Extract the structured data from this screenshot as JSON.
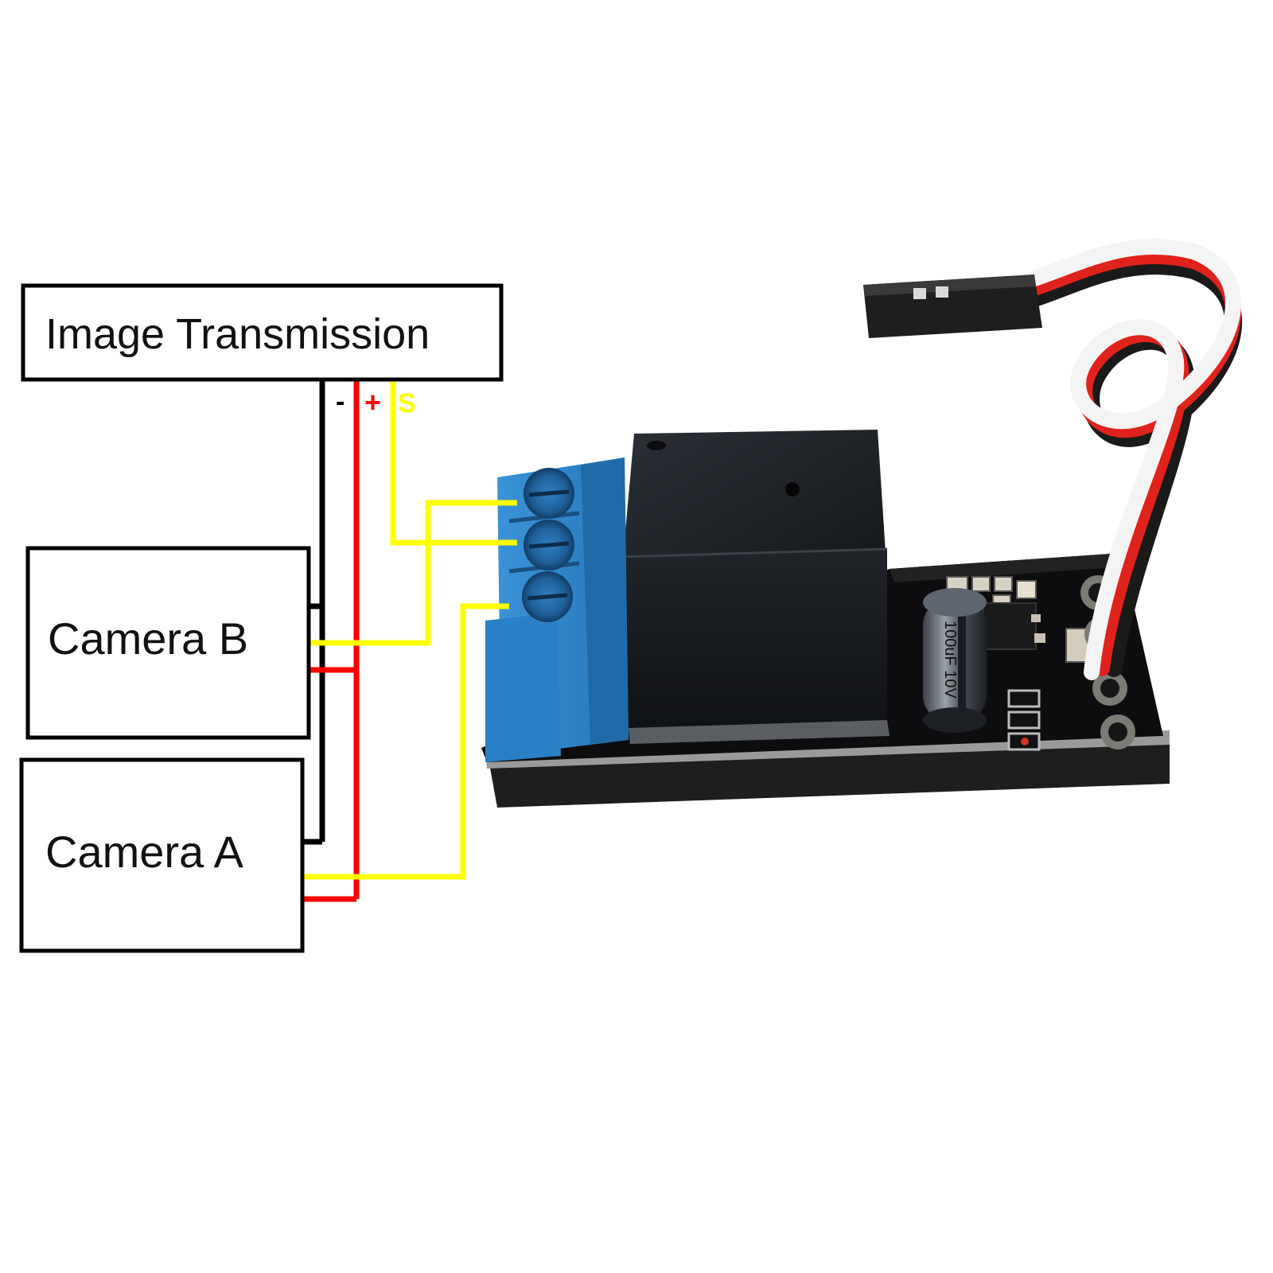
{
  "diagram": {
    "boxes": {
      "transmitter": "Image Transmission",
      "camera_b": "Camera B",
      "camera_a": "Camera A"
    },
    "pins": {
      "ground": "-",
      "power": "+",
      "signal": "S"
    },
    "colors": {
      "ground": "#000000",
      "power": "#ff0000",
      "signal": "#ffff00",
      "terminal_block": "#2f86cc",
      "relay": "#1c1f24",
      "pcb": "#0d0d0f",
      "foam": "#1e1e1e",
      "servo_wire_white": "#f4f4f4",
      "servo_wire_red": "#e0221c",
      "servo_wire_black": "#1a1a1a"
    },
    "capacitor_marking": "100uF 10V"
  }
}
